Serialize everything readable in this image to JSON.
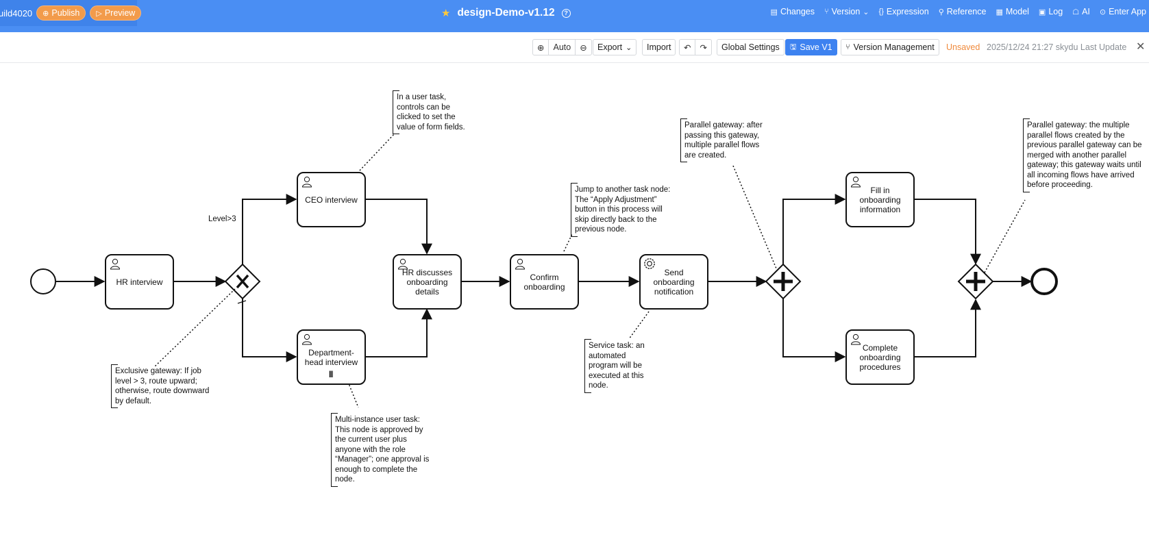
{
  "header": {
    "build_id": "uild4020",
    "publish_label": "Publish",
    "preview_label": "Preview",
    "title": "design-Demo-v1.12",
    "menu": [
      {
        "label": "Changes",
        "icon": "changes-icon"
      },
      {
        "label": "Version",
        "icon": "branch-icon",
        "dropdown": true
      },
      {
        "label": "Expression",
        "icon": "braces-icon"
      },
      {
        "label": "Reference",
        "icon": "reference-icon"
      },
      {
        "label": "Model",
        "icon": "model-icon"
      },
      {
        "label": "Log",
        "icon": "log-icon"
      },
      {
        "label": "AI",
        "icon": "ai-icon"
      },
      {
        "label": "Enter App",
        "icon": "enter-icon"
      }
    ]
  },
  "toolbar": {
    "zoom_auto": "Auto",
    "export_label": "Export",
    "import_label": "Import",
    "global_settings": "Global Settings",
    "save_label": "Save V1",
    "version_management": "Version Management",
    "status": "Unsaved",
    "last_update": "2025/12/24 21:27 skydu Last Update"
  },
  "diagram": {
    "tasks": {
      "hr_interview": "HR interview",
      "ceo_interview": "CEO interview",
      "dept_interview": "Department-head interview",
      "hr_discuss": "HR discusses onboarding details",
      "confirm": "Confirm onboarding",
      "send_notification": "Send onboarding notification",
      "fill_info": "Fill in onboarding information",
      "complete": "Complete onboarding procedures"
    },
    "flow_label": "Level>3",
    "notes": {
      "user_task": "In a user task, controls can be clicked to set the value of form fields.",
      "jump": "Jump to another task node: The “Apply Adjustment” button in this process will skip directly back to the previous node.",
      "parallel_split": "Parallel gateway: after passing this gateway, multiple parallel flows are created.",
      "parallel_join": "Parallel gateway: the multiple parallel flows created by the previous parallel gateway can be merged with another parallel gateway; this gateway waits until all incoming flows have arrived before proceeding.",
      "exclusive": "Exclusive gateway: If job level > 3, route upward; otherwise, route downward by default.",
      "multi_instance": "Multi-instance user task: This node is approved by the current user plus anyone with the role “Manager”; one approval is enough to complete the node.",
      "service_task": "Service task: an automated program will be executed at this node."
    }
  }
}
